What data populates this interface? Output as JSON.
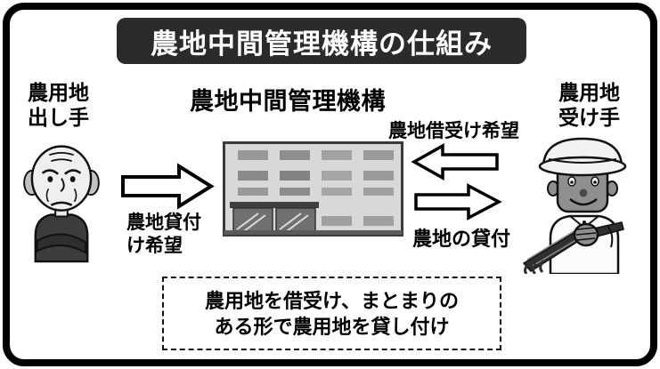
{
  "colors": {
    "banner_bg": "#2b2b2b",
    "banner_text": "#ffffff",
    "outline": "#000000",
    "building_fill": "#d8d8d8"
  },
  "banner": {
    "title": "農地中間管理機構の仕組み"
  },
  "provider": {
    "label_line1": "農用地",
    "label_line2": "出し手",
    "illustration": "elderly-man-arms-crossed"
  },
  "organization": {
    "heading": "農地中間管理機構",
    "illustration": "office-building"
  },
  "receiver": {
    "label_line1": "農用地",
    "label_line2": "受け手",
    "illustration": "farmer-holding-rice-sheaf"
  },
  "flows": {
    "lend_request_line1": "農地貸付",
    "lend_request_line2": "け希望",
    "borrow_request": "農地借受け希望",
    "lend_out": "農地の貸付"
  },
  "note": {
    "line1": "農用地を借受け、まとまりの",
    "line2": "ある形で農用地を貸し付け"
  }
}
